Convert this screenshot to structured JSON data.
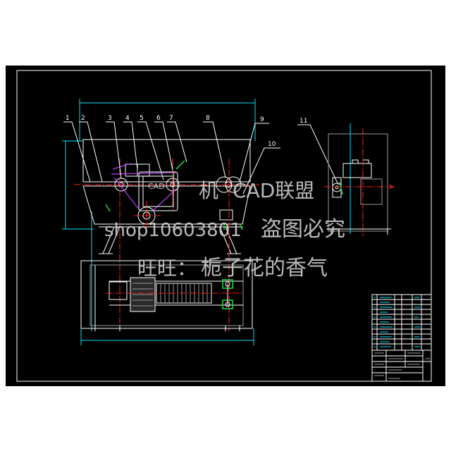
{
  "drawing": {
    "colors": {
      "page": "#ffffff",
      "sheet": "#000000",
      "line": "#ffffff",
      "gray": "#9a9a9a",
      "dimension": "#00e5ff",
      "centerline": "#ff2020",
      "belt": "#b040f0",
      "part": "#20d040",
      "watermark": "#cfcfcf"
    },
    "balloons": [
      "1",
      "2",
      "3",
      "4",
      "5",
      "6",
      "7",
      "8",
      "9",
      "10",
      "11"
    ]
  },
  "watermark": {
    "logo_icon": "cad-logo-icon",
    "logo_text": "CAD",
    "line1_a": "机",
    "line1_b": "CAD联盟",
    "line2_a": "shop10603801",
    "line2_b": "盗图必究",
    "line3_a": "旺旺：",
    "line3_b": "栀子花的香气"
  }
}
